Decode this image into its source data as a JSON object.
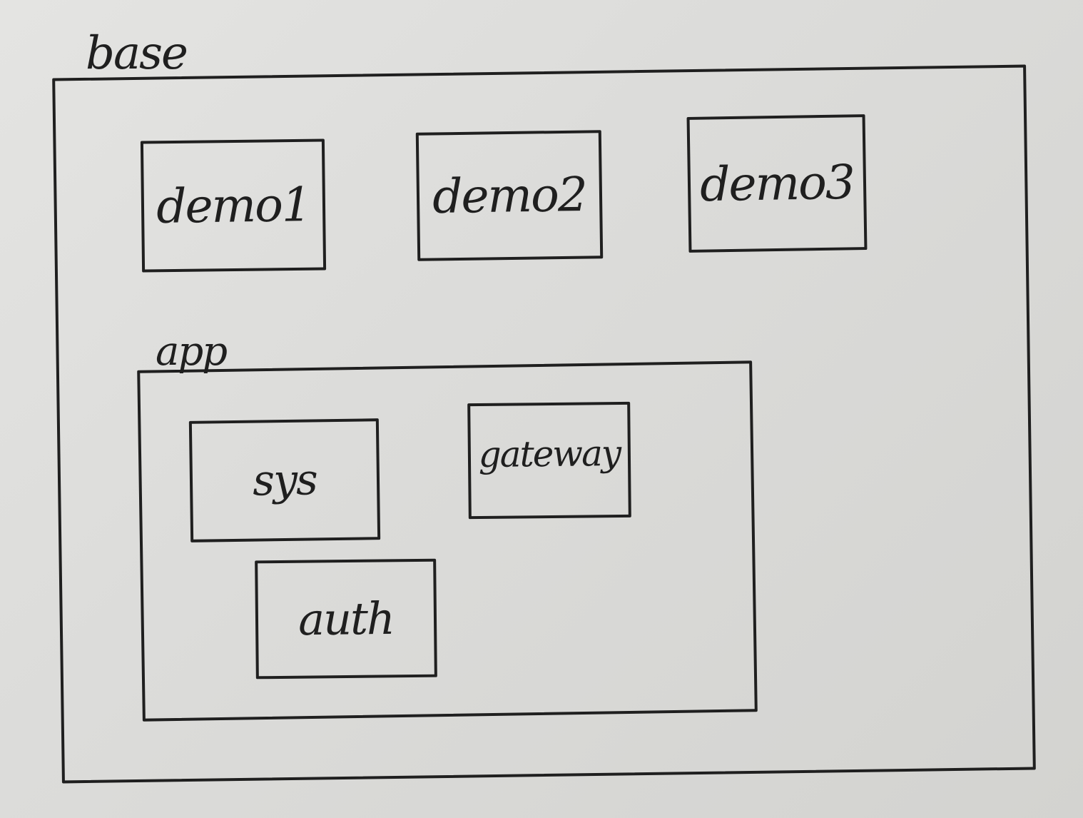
{
  "diagram": {
    "base": {
      "label": "base",
      "children": [
        {
          "label": "demo1"
        },
        {
          "label": "demo2"
        },
        {
          "label": "demo3"
        }
      ]
    },
    "app": {
      "label": "app",
      "children": [
        {
          "label": "sys"
        },
        {
          "label": "gateway"
        },
        {
          "label": "auth"
        }
      ]
    }
  },
  "colors": {
    "ink": "#1f1f1f",
    "paper": "#d9d9d7"
  }
}
